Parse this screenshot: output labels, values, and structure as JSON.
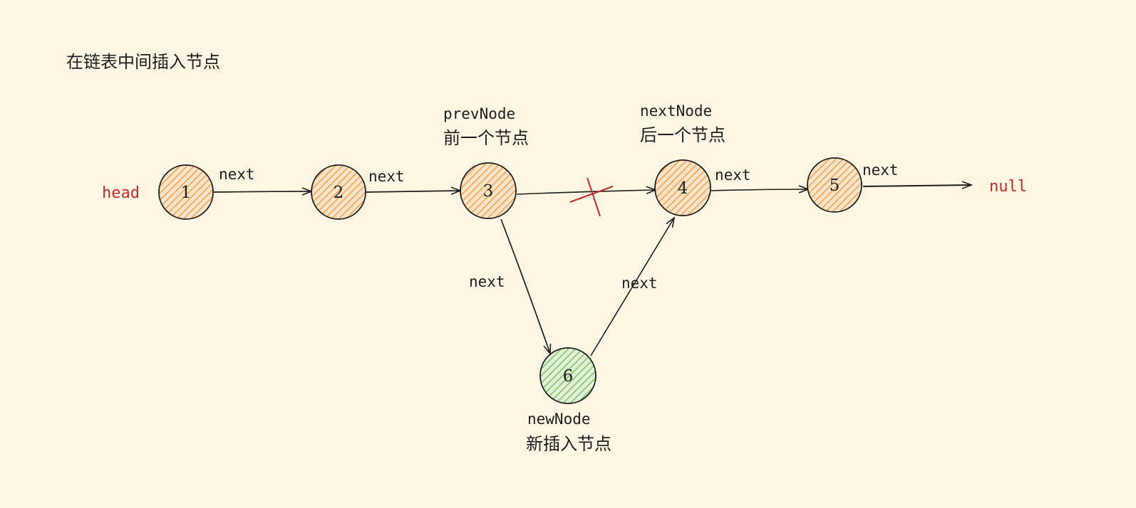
{
  "title": "在链表中间插入节点",
  "head_label": "head",
  "null_label": "null",
  "colors": {
    "background": "#fdf6e3",
    "stroke": "#1e1e1e",
    "node_orange_hatch": "#f08c2e",
    "node_orange_fill": "#fbe3c5",
    "node_green_hatch": "#5fb04a",
    "node_green_fill": "#dff0d4",
    "accent_red": "#c92a2a"
  },
  "nodes": [
    {
      "id": "n1",
      "value": "1",
      "color": "orange"
    },
    {
      "id": "n2",
      "value": "2",
      "color": "orange"
    },
    {
      "id": "n3",
      "value": "3",
      "color": "orange"
    },
    {
      "id": "n4",
      "value": "4",
      "color": "orange"
    },
    {
      "id": "n5",
      "value": "5",
      "color": "orange"
    },
    {
      "id": "n6",
      "value": "6",
      "color": "green"
    }
  ],
  "edges": [
    {
      "from": "n1",
      "to": "n2",
      "label": "next"
    },
    {
      "from": "n2",
      "to": "n3",
      "label": "next"
    },
    {
      "from": "n3",
      "to": "n4",
      "label": "",
      "removed": true
    },
    {
      "from": "n4",
      "to": "n5",
      "label": "next"
    },
    {
      "from": "n5",
      "to": "null",
      "label": "next"
    },
    {
      "from": "n3",
      "to": "n6",
      "label": "next"
    },
    {
      "from": "n6",
      "to": "n4",
      "label": "next"
    }
  ],
  "annotations": {
    "prev": {
      "code": "prevNode",
      "text": "前一个节点"
    },
    "next": {
      "code": "nextNode",
      "text": "后一个节点"
    },
    "new": {
      "code": "newNode",
      "text": "新插入节点"
    }
  }
}
